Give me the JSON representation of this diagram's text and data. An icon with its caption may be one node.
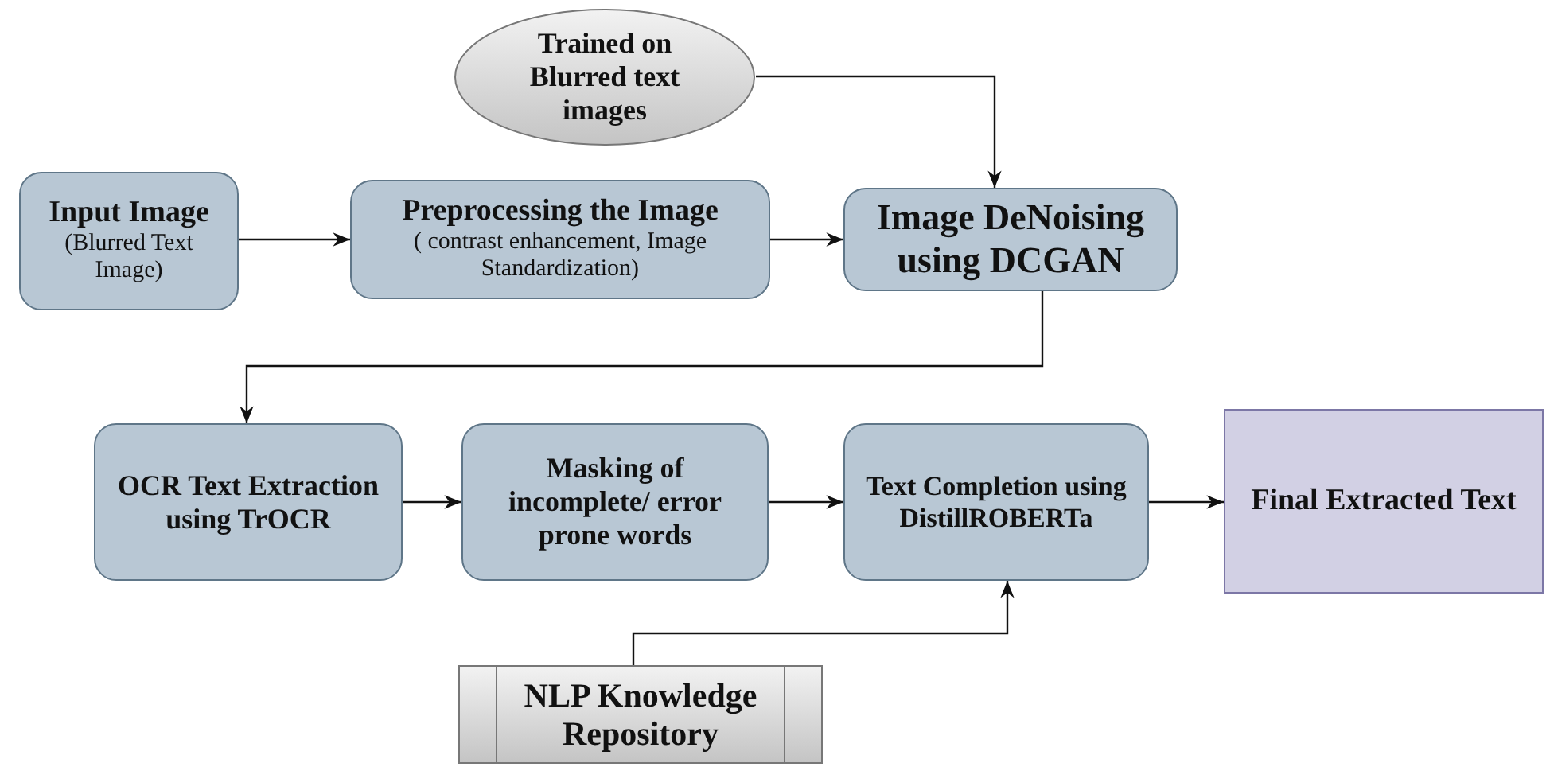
{
  "diagram": {
    "nodes": [
      {
        "text": [
          "Trained on Blurred text images"
        ]
      },
      {
        "text": [
          "Input Image",
          "(Blurred Text Image)"
        ]
      },
      {
        "text": [
          "Preprocessing the Image",
          "( contrast enhancement, Image Standardization)"
        ]
      },
      {
        "text": [
          "Image DeNoising using DCGAN"
        ]
      },
      {
        "text": [
          "OCR Text Extraction using TrOCR"
        ]
      },
      {
        "text": [
          "Masking of incomplete/ error prone words"
        ]
      },
      {
        "text": [
          "Text Completion using DistillROBERTa"
        ]
      },
      {
        "text": [
          "Final Extracted Text"
        ]
      },
      {
        "text": [
          "NLP Knowledge Repository"
        ]
      }
    ],
    "edges": [
      {
        "from": 0,
        "to": 3,
        "arrow": "to"
      },
      {
        "from": 1,
        "to": 2,
        "arrow": "to"
      },
      {
        "from": 2,
        "to": 3,
        "arrow": "to"
      },
      {
        "from": 3,
        "to": 4,
        "arrow": "to"
      },
      {
        "from": 4,
        "to": 5,
        "arrow": "to"
      },
      {
        "from": 5,
        "to": 6,
        "arrow": "to"
      },
      {
        "from": 6,
        "to": 7,
        "arrow": "to"
      },
      {
        "from": 8,
        "to": 6,
        "arrow": "to"
      }
    ]
  }
}
